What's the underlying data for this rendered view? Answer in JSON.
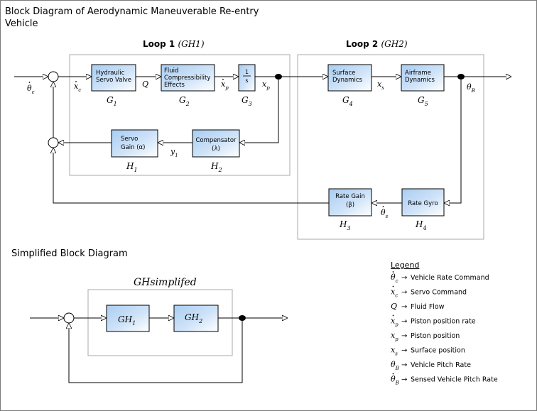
{
  "title_line1": "Block Diagram of Aerodynamic Maneuverable Re-entry",
  "title_line2": "Vehicle",
  "loop1": {
    "label": "Loop 1",
    "name": "(GH1)"
  },
  "loop2": {
    "label": "Loop 2",
    "name": "(GH2)"
  },
  "blocks": {
    "g1": {
      "line1": "Hydraulic",
      "line2": "Servo Valve",
      "caption": "G",
      "sub": "1"
    },
    "g2": {
      "line1": "Fluid",
      "line2": "Compressibility",
      "line3": "Effects",
      "caption": "G",
      "sub": "2"
    },
    "g3": {
      "num": "1",
      "den": "s",
      "caption": "G",
      "sub": "3"
    },
    "g4": {
      "line1": "Surface",
      "line2": "Dynamics",
      "caption": "G",
      "sub": "4"
    },
    "g5": {
      "line1": "Airframe",
      "line2": "Dynamics",
      "caption": "G",
      "sub": "5"
    },
    "h1": {
      "line1": "Servo",
      "line2": "Gain  (α)",
      "caption": "H",
      "sub": "1"
    },
    "h2": {
      "line1": "Compensator",
      "line2": "(λ)",
      "caption": "H",
      "sub": "2"
    },
    "h3": {
      "line1": "Rate Gain",
      "line2": "(β)",
      "caption": "H",
      "sub": "3"
    },
    "h4": {
      "line1": "Rate Gyro",
      "caption": "H",
      "sub": "4"
    }
  },
  "signals": {
    "theta_c": {
      "base": "θ",
      "sub": "c"
    },
    "x_c": {
      "base": "x",
      "sub": "c"
    },
    "q": {
      "base": "Q"
    },
    "x_p_dot": {
      "base": "x",
      "sub": "p"
    },
    "x_p": {
      "base": "x",
      "sub": "p"
    },
    "x_s": {
      "base": "x",
      "sub": "s"
    },
    "theta_b": {
      "base": "θ",
      "sub": "B"
    },
    "y1": {
      "base": "y",
      "sub": "1"
    },
    "theta_s": {
      "base": "θ",
      "sub": "s"
    }
  },
  "simplified": {
    "title": "Simplified Block Diagram",
    "group_label": "GHsimplifed",
    "gh1": {
      "base": "GH",
      "sub": "1"
    },
    "gh2": {
      "base": "GH",
      "sub": "2"
    }
  },
  "legend": {
    "title": "Legend",
    "items": [
      {
        "sym": "θ",
        "sub": "c",
        "dot": true,
        "text": "Vehicle Rate Command"
      },
      {
        "sym": "x",
        "sub": "c",
        "dot": true,
        "text": "Servo Command"
      },
      {
        "sym": "Q",
        "sub": "",
        "dot": false,
        "text": " Fluid Flow"
      },
      {
        "sym": "x",
        "sub": "p",
        "dot": true,
        "text": " Piston position rate"
      },
      {
        "sym": "x",
        "sub": "p",
        "dot": false,
        "text": "Piston position"
      },
      {
        "sym": "x",
        "sub": "s",
        "dot": false,
        "text": "Surface position"
      },
      {
        "sym": "θ",
        "sub": "B",
        "dot": false,
        "text": " Vehicle Pitch Rate"
      },
      {
        "sym": "θ",
        "sub": "B",
        "dot": true,
        "text": "Sensed Vehicle Pitch Rate"
      }
    ]
  }
}
